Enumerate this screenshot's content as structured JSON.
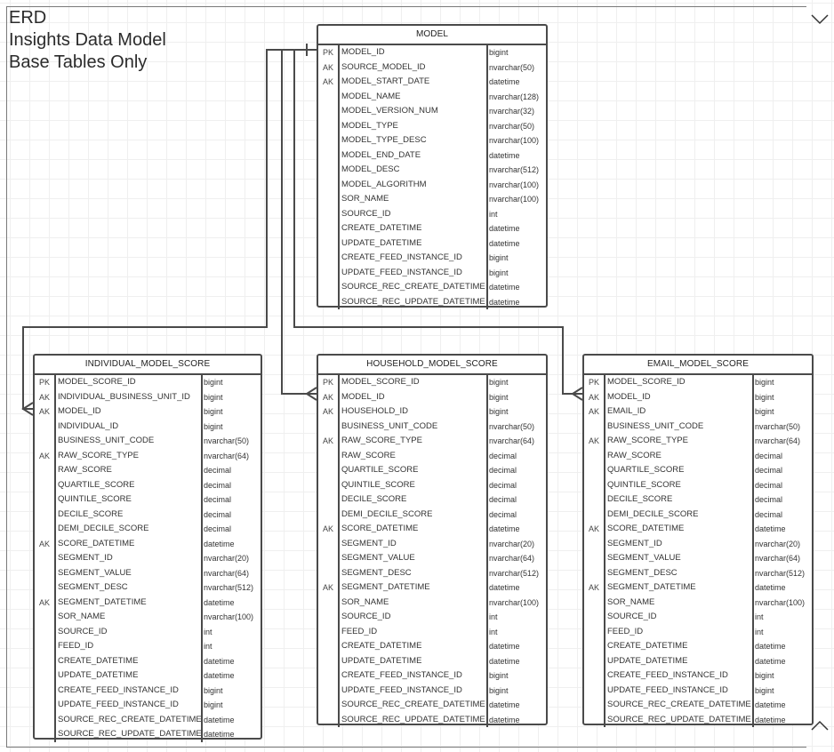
{
  "title": {
    "line1": "ERD",
    "line2": "Insights Data Model",
    "line3": "Base Tables Only"
  },
  "model": {
    "name": "MODEL",
    "columns": [
      {
        "key": "PK",
        "name": "MODEL_ID",
        "type": "bigint"
      },
      {
        "key": "AK",
        "name": "SOURCE_MODEL_ID",
        "type": "nvarchar(50)"
      },
      {
        "key": "AK",
        "name": "MODEL_START_DATE",
        "type": "datetime"
      },
      {
        "key": "",
        "name": "MODEL_NAME",
        "type": "nvarchar(128)"
      },
      {
        "key": "",
        "name": "MODEL_VERSION_NUM",
        "type": "nvarchar(32)"
      },
      {
        "key": "",
        "name": "MODEL_TYPE",
        "type": "nvarchar(50)"
      },
      {
        "key": "",
        "name": "MODEL_TYPE_DESC",
        "type": "nvarchar(100)"
      },
      {
        "key": "",
        "name": "MODEL_END_DATE",
        "type": "datetime"
      },
      {
        "key": "",
        "name": "MODEL_DESC",
        "type": "nvarchar(512)"
      },
      {
        "key": "",
        "name": "MODEL_ALGORITHM",
        "type": "nvarchar(100)"
      },
      {
        "key": "",
        "name": "SOR_NAME",
        "type": "nvarchar(100)"
      },
      {
        "key": "",
        "name": "SOURCE_ID",
        "type": "int"
      },
      {
        "key": "",
        "name": "CREATE_DATETIME",
        "type": "datetime"
      },
      {
        "key": "",
        "name": "UPDATE_DATETIME",
        "type": "datetime"
      },
      {
        "key": "",
        "name": "CREATE_FEED_INSTANCE_ID",
        "type": "bigint"
      },
      {
        "key": "",
        "name": "UPDATE_FEED_INSTANCE_ID",
        "type": "bigint"
      },
      {
        "key": "",
        "name": "SOURCE_REC_CREATE_DATETIME",
        "type": "datetime"
      },
      {
        "key": "",
        "name": "SOURCE_REC_UPDATE_DATETIME",
        "type": "datetime"
      }
    ]
  },
  "individual_model_score": {
    "name": "INDIVIDUAL_MODEL_SCORE",
    "columns": [
      {
        "key": "PK",
        "name": "MODEL_SCORE_ID",
        "type": "bigint"
      },
      {
        "key": "AK",
        "name": "INDIVIDUAL_BUSINESS_UNIT_ID",
        "type": "bigint"
      },
      {
        "key": "AK",
        "name": "MODEL_ID",
        "type": "bigint"
      },
      {
        "key": "",
        "name": "INDIVIDUAL_ID",
        "type": "bigint"
      },
      {
        "key": "",
        "name": "BUSINESS_UNIT_CODE",
        "type": "nvarchar(50)"
      },
      {
        "key": "AK",
        "name": "RAW_SCORE_TYPE",
        "type": "nvarchar(64)"
      },
      {
        "key": "",
        "name": "RAW_SCORE",
        "type": "decimal"
      },
      {
        "key": "",
        "name": "QUARTILE_SCORE",
        "type": "decimal"
      },
      {
        "key": "",
        "name": "QUINTILE_SCORE",
        "type": "decimal"
      },
      {
        "key": "",
        "name": "DECILE_SCORE",
        "type": "decimal"
      },
      {
        "key": "",
        "name": "DEMI_DECILE_SCORE",
        "type": "decimal"
      },
      {
        "key": "AK",
        "name": "SCORE_DATETIME",
        "type": "datetime"
      },
      {
        "key": "",
        "name": "SEGMENT_ID",
        "type": "nvarchar(20)"
      },
      {
        "key": "",
        "name": "SEGMENT_VALUE",
        "type": "nvarchar(64)"
      },
      {
        "key": "",
        "name": "SEGMENT_DESC",
        "type": "nvarchar(512)"
      },
      {
        "key": "AK",
        "name": "SEGMENT_DATETIME",
        "type": "datetime"
      },
      {
        "key": "",
        "name": "SOR_NAME",
        "type": "nvarchar(100)"
      },
      {
        "key": "",
        "name": "SOURCE_ID",
        "type": "int"
      },
      {
        "key": "",
        "name": "FEED_ID",
        "type": "int"
      },
      {
        "key": "",
        "name": "CREATE_DATETIME",
        "type": "datetime"
      },
      {
        "key": "",
        "name": "UPDATE_DATETIME",
        "type": "datetime"
      },
      {
        "key": "",
        "name": "CREATE_FEED_INSTANCE_ID",
        "type": "bigint"
      },
      {
        "key": "",
        "name": "UPDATE_FEED_INSTANCE_ID",
        "type": "bigint"
      },
      {
        "key": "",
        "name": "SOURCE_REC_CREATE_DATETIME",
        "type": "datetime"
      },
      {
        "key": "",
        "name": "SOURCE_REC_UPDATE_DATETIME",
        "type": "datetime"
      }
    ]
  },
  "household_model_score": {
    "name": "HOUSEHOLD_MODEL_SCORE",
    "columns": [
      {
        "key": "PK",
        "name": "MODEL_SCORE_ID",
        "type": "bigint"
      },
      {
        "key": "AK",
        "name": "MODEL_ID",
        "type": "bigint"
      },
      {
        "key": "AK",
        "name": "HOUSEHOLD_ID",
        "type": "bigint"
      },
      {
        "key": "",
        "name": "BUSINESS_UNIT_CODE",
        "type": "nvarchar(50)"
      },
      {
        "key": "AK",
        "name": "RAW_SCORE_TYPE",
        "type": "nvarchar(64)"
      },
      {
        "key": "",
        "name": "RAW_SCORE",
        "type": "decimal"
      },
      {
        "key": "",
        "name": "QUARTILE_SCORE",
        "type": "decimal"
      },
      {
        "key": "",
        "name": "QUINTILE_SCORE",
        "type": "decimal"
      },
      {
        "key": "",
        "name": "DECILE_SCORE",
        "type": "decimal"
      },
      {
        "key": "",
        "name": "DEMI_DECILE_SCORE",
        "type": "decimal"
      },
      {
        "key": "AK",
        "name": "SCORE_DATETIME",
        "type": "datetime"
      },
      {
        "key": "",
        "name": "SEGMENT_ID",
        "type": "nvarchar(20)"
      },
      {
        "key": "",
        "name": "SEGMENT_VALUE",
        "type": "nvarchar(64)"
      },
      {
        "key": "",
        "name": "SEGMENT_DESC",
        "type": "nvarchar(512)"
      },
      {
        "key": "AK",
        "name": "SEGMENT_DATETIME",
        "type": "datetime"
      },
      {
        "key": "",
        "name": "SOR_NAME",
        "type": "nvarchar(100)"
      },
      {
        "key": "",
        "name": "SOURCE_ID",
        "type": "int"
      },
      {
        "key": "",
        "name": "FEED_ID",
        "type": "int"
      },
      {
        "key": "",
        "name": "CREATE_DATETIME",
        "type": "datetime"
      },
      {
        "key": "",
        "name": "UPDATE_DATETIME",
        "type": "datetime"
      },
      {
        "key": "",
        "name": "CREATE_FEED_INSTANCE_ID",
        "type": "bigint"
      },
      {
        "key": "",
        "name": "UPDATE_FEED_INSTANCE_ID",
        "type": "bigint"
      },
      {
        "key": "",
        "name": "SOURCE_REC_CREATE_DATETIME",
        "type": "datetime"
      },
      {
        "key": "",
        "name": "SOURCE_REC_UPDATE_DATETIME",
        "type": "datetime"
      }
    ]
  },
  "email_model_score": {
    "name": "EMAIL_MODEL_SCORE",
    "columns": [
      {
        "key": "PK",
        "name": "MODEL_SCORE_ID",
        "type": "bigint"
      },
      {
        "key": "AK",
        "name": "MODEL_ID",
        "type": "bigint"
      },
      {
        "key": "AK",
        "name": "EMAIL_ID",
        "type": "bigint"
      },
      {
        "key": "",
        "name": "BUSINESS_UNIT_CODE",
        "type": "nvarchar(50)"
      },
      {
        "key": "AK",
        "name": "RAW_SCORE_TYPE",
        "type": "nvarchar(64)"
      },
      {
        "key": "",
        "name": "RAW_SCORE",
        "type": "decimal"
      },
      {
        "key": "",
        "name": "QUARTILE_SCORE",
        "type": "decimal"
      },
      {
        "key": "",
        "name": "QUINTILE_SCORE",
        "type": "decimal"
      },
      {
        "key": "",
        "name": "DECILE_SCORE",
        "type": "decimal"
      },
      {
        "key": "",
        "name": "DEMI_DECILE_SCORE",
        "type": "decimal"
      },
      {
        "key": "AK",
        "name": "SCORE_DATETIME",
        "type": "datetime"
      },
      {
        "key": "",
        "name": "SEGMENT_ID",
        "type": "nvarchar(20)"
      },
      {
        "key": "",
        "name": "SEGMENT_VALUE",
        "type": "nvarchar(64)"
      },
      {
        "key": "",
        "name": "SEGMENT_DESC",
        "type": "nvarchar(512)"
      },
      {
        "key": "AK",
        "name": "SEGMENT_DATETIME",
        "type": "datetime"
      },
      {
        "key": "",
        "name": "SOR_NAME",
        "type": "nvarchar(100)"
      },
      {
        "key": "",
        "name": "SOURCE_ID",
        "type": "int"
      },
      {
        "key": "",
        "name": "FEED_ID",
        "type": "int"
      },
      {
        "key": "",
        "name": "CREATE_DATETIME",
        "type": "datetime"
      },
      {
        "key": "",
        "name": "UPDATE_DATETIME",
        "type": "datetime"
      },
      {
        "key": "",
        "name": "CREATE_FEED_INSTANCE_ID",
        "type": "bigint"
      },
      {
        "key": "",
        "name": "UPDATE_FEED_INSTANCE_ID",
        "type": "bigint"
      },
      {
        "key": "",
        "name": "SOURCE_REC_CREATE_DATETIME",
        "type": "datetime"
      },
      {
        "key": "",
        "name": "SOURCE_REC_UPDATE_DATETIME",
        "type": "datetime"
      }
    ]
  },
  "icons": {
    "collapse": "chevron-down-icon",
    "expand": "chevron-up-icon"
  },
  "colors": {
    "border": "#4a4a4a",
    "text": "#333333",
    "grid": "#efefef"
  }
}
